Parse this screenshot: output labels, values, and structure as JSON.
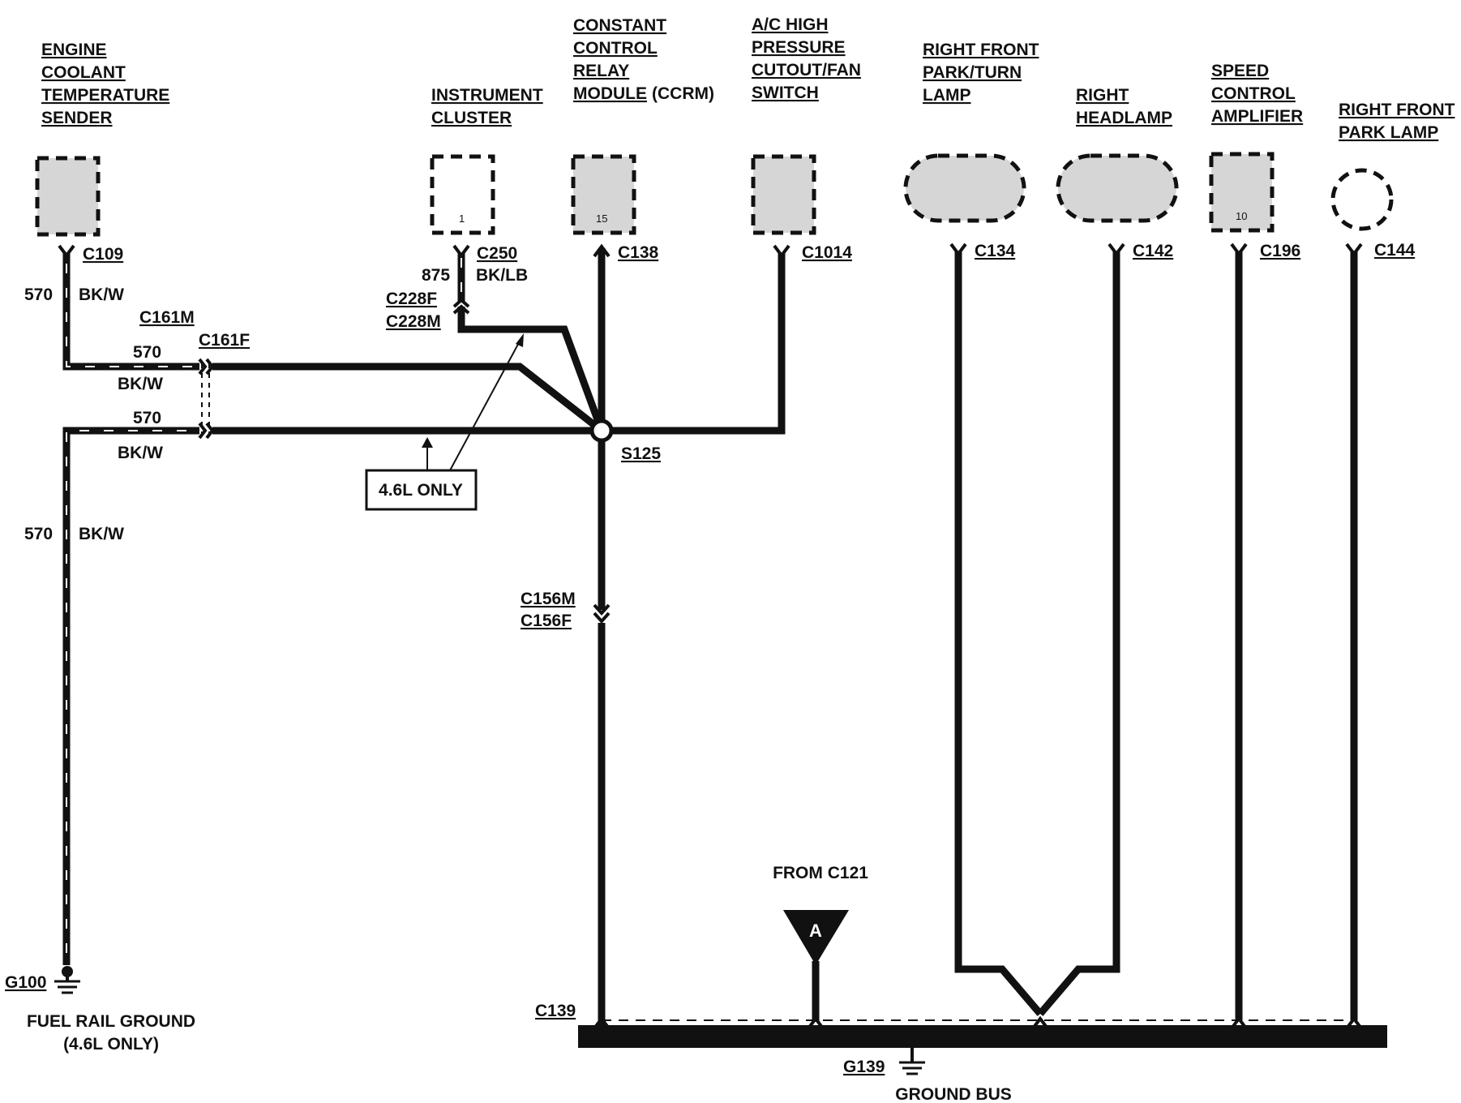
{
  "components": {
    "engine_coolant_sender": [
      "ENGINE",
      "COOLANT",
      "TEMPERATURE",
      "SENDER"
    ],
    "instrument_cluster": [
      "INSTRUMENT",
      "CLUSTER"
    ],
    "ccrm": [
      "CONSTANT",
      "CONTROL",
      "RELAY",
      "MODULE"
    ],
    "ccrm_suffix": "(CCRM)",
    "ac_switch": [
      "A/C HIGH",
      "PRESSURE",
      "CUTOUT/FAN",
      "SWITCH"
    ],
    "rf_park_turn": [
      "RIGHT FRONT",
      "PARK/TURN",
      "LAMP"
    ],
    "right_headlamp": [
      "RIGHT",
      "HEADLAMP"
    ],
    "speed_control": [
      "SPEED",
      "CONTROL",
      "AMPLIFIER"
    ],
    "rf_park_lamp": [
      "RIGHT FRONT",
      "PARK LAMP"
    ]
  },
  "pins": {
    "instrument_cluster": "1",
    "ccrm": "15",
    "speed_control": "10"
  },
  "connectors": {
    "c109": "C109",
    "c250": "C250",
    "c228f": "C228F",
    "c228m": "C228M",
    "c138": "C138",
    "c1014": "C1014",
    "c134": "C134",
    "c142": "C142",
    "c196": "C196",
    "c144": "C144",
    "c161m": "C161M",
    "c161f": "C161F",
    "s125": "S125",
    "c156m": "C156M",
    "c156f": "C156F",
    "c139": "C139"
  },
  "wires": {
    "w570_a": "570",
    "bkw_a": "BK/W",
    "w570_b": "570",
    "bkw_b": "BK/W",
    "w570_c": "570",
    "bkw_c": "BK/W",
    "w570_d": "570",
    "bkw_d": "BK/W",
    "w875": "875",
    "bklb": "BK/LB"
  },
  "notes": {
    "option_box": "4.6L ONLY",
    "from_c121": "FROM C121",
    "triangle_letter": "A"
  },
  "grounds": {
    "g100": "G100",
    "fuel_rail_1": "FUEL RAIL GROUND",
    "fuel_rail_2": "(4.6L ONLY)",
    "g139": "G139",
    "ground_bus": "GROUND BUS"
  }
}
